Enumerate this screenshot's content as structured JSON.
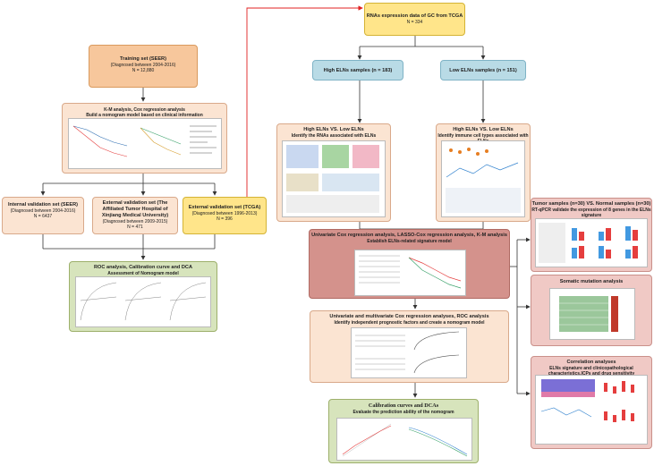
{
  "nodes": {
    "rna_data": {
      "title": "RNAs expression data of GC from TCGA",
      "sub": "N = 334"
    },
    "training": {
      "title": "Training set (SEER)",
      "line1": "(Diagnosed between 2004-2016)",
      "line2": "N = 12,880"
    },
    "km_box": {
      "line1": "K-M analysis, Cox regression analysis",
      "line2": "Build a nomogram model based on clinical information"
    },
    "high_samples": {
      "title": "High ELNs samples  (n = 183)"
    },
    "low_samples": {
      "title": "Low ELNs samples  (n = 151)"
    },
    "high_low_rna": {
      "title": "High ELNs VS. Low ELNs",
      "sub": "Identify the RNAs associated with ELNs"
    },
    "high_low_immune": {
      "title": "High ELNs VS. Low ELNs",
      "sub": "Identify immune cell types associated with ELNs"
    },
    "internal_val": {
      "title": "Internal validation set (SEER)",
      "line1": "(Diagnosed between 2004-2016)",
      "line2": "N = 6437"
    },
    "external_val1": {
      "title": "External validation set (The Affiliated Tumor Hospital of Xinjiang Medical University)",
      "line1": "(Diagnosed between 2009-2015)",
      "line2": "N = 471"
    },
    "external_val2": {
      "title": "External validation set (TCGA)",
      "line1": "(Diagnosed between 1996-2013)",
      "line2": "N = 396"
    },
    "tumor_normal": {
      "title": "Tumor samples (n=30) VS. Normal samples (n=30)",
      "sub": "RT-qPCR validate the expression of  8 genes in the ELNs signature"
    },
    "cox_lasso": {
      "title": "Univariate Cox regression analysis, LASSO-Cox  regression analysis, K-M analysis",
      "sub": "Establish ELNs-related signature model"
    },
    "roc_box": {
      "title": "ROC analysis, Calibration curve and DCA",
      "sub": "Assessment of Nomogram model"
    },
    "somatic": {
      "title": "Somatic mutation analysis"
    },
    "multivariate": {
      "title": "Univariate  and multivariate Cox regression analyses, ROC analysis",
      "sub": "Identify independent prognostic factors and create a nomogram model"
    },
    "correlation": {
      "title": "Correlation analyses",
      "sub": "ELNs signature and clinicopathological characteristics,ICPs and drug sensitivity"
    },
    "calibration": {
      "title": "Calibration curves and DCAs",
      "sub": "Evaluate the prediction ability of the nomogram"
    }
  },
  "colors": {
    "arrow": "#333333",
    "red_link": "#e02020"
  }
}
